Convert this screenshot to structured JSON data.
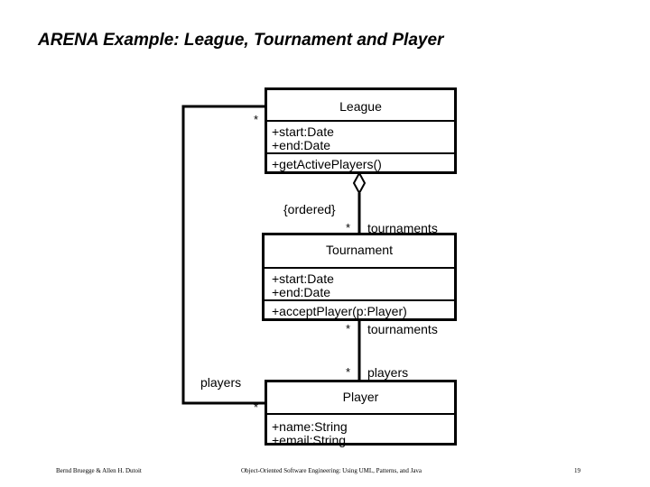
{
  "title": "ARENA Example:  League, Tournament and Player",
  "classes": {
    "league": {
      "name": "League",
      "attributes": [
        "+start:Date",
        "+end:Date"
      ],
      "operations": [
        "+getActivePlayers()"
      ]
    },
    "tournament": {
      "name": "Tournament",
      "attributes": [
        "+start:Date",
        "+end:Date"
      ],
      "operations": [
        "+acceptPlayer(p:Player)"
      ]
    },
    "player": {
      "name": "Player",
      "attributes": [
        "+name:String",
        "+email:String"
      ]
    }
  },
  "associations": {
    "league_tournament": {
      "constraint": "{ordered}",
      "multiplicity": "*",
      "role": "tournaments"
    },
    "tournament_player": {
      "tournament_multiplicity": "*",
      "tournament_role": "tournaments",
      "player_multiplicity": "*",
      "player_role": "players"
    },
    "league_player": {
      "league_multiplicity": "*",
      "player_multiplicity": "*",
      "player_role": "players"
    }
  },
  "footer": {
    "authors": "Bernd Bruegge & Allen H. Dutoit",
    "book": "Object-Oriented Software Engineering: Using UML, Patterns, and Java",
    "page": "19"
  }
}
